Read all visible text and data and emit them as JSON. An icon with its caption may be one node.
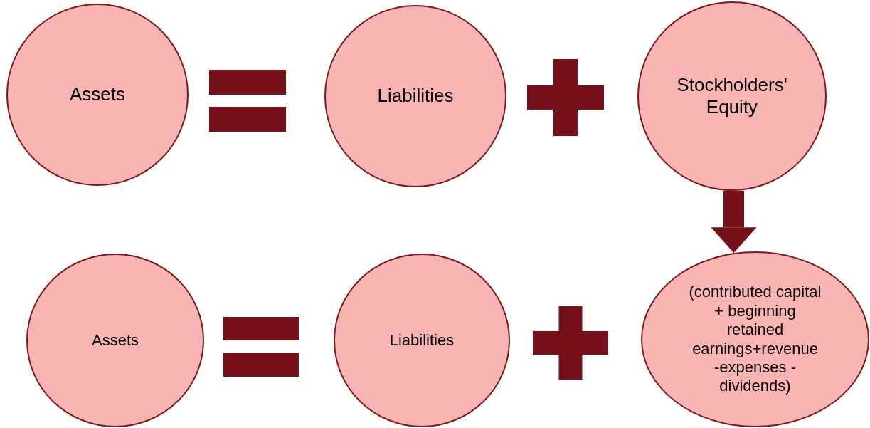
{
  "diagram": {
    "nodes": [
      {
        "text": [
          "Assets"
        ]
      },
      {
        "text": [
          "Liabilities"
        ]
      },
      {
        "text": [
          "Stockholders' Equity"
        ]
      },
      {
        "text": [
          "Assets"
        ]
      },
      {
        "text": [
          "Liabilities"
        ]
      },
      {
        "text": [
          "(contributed capital + beginning retained earnings+revenue -expenses - dividends)"
        ]
      }
    ],
    "edges": [
      {
        "from": 2,
        "to": 5,
        "arrow": "to"
      }
    ]
  }
}
